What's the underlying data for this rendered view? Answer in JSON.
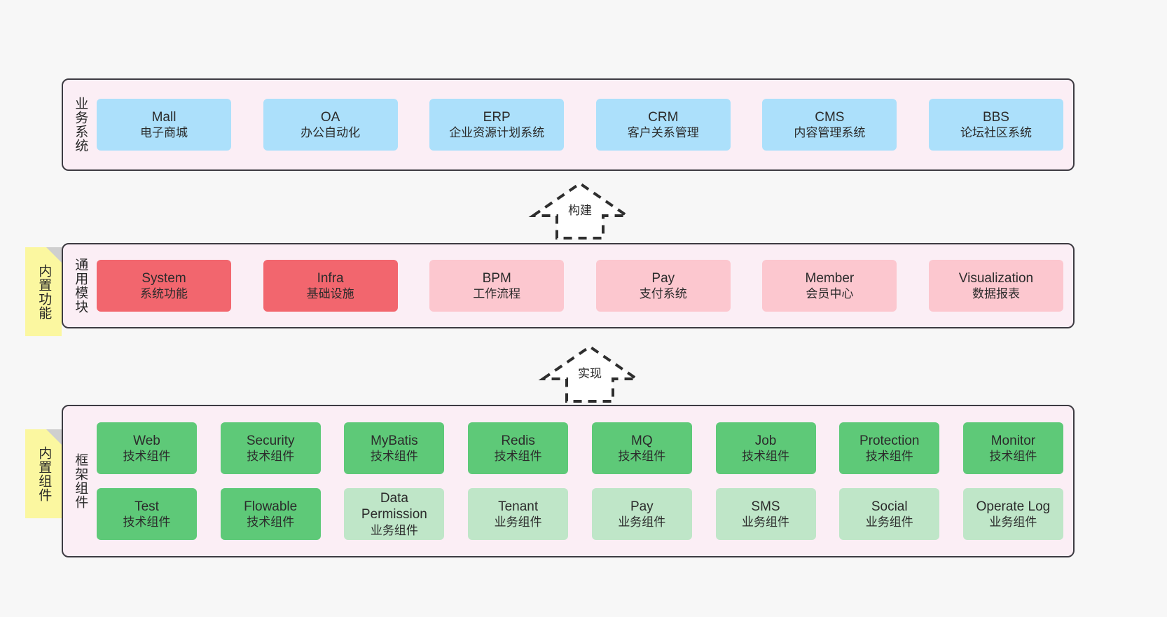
{
  "colors": {
    "background": "#f7f7f7",
    "panel_bg": "#fbeef5",
    "panel_border": "#3d3b42",
    "blue": "#ace0fb",
    "red": "#f2666e",
    "pink": "#fcc7cf",
    "green": "#5ec978",
    "green_light": "#bfe6c8",
    "note_yellow": "#fbf7a0",
    "note_fold": "#cfcfcf"
  },
  "sections": {
    "business": {
      "title": "业务系统",
      "cards": [
        {
          "name": "Mall",
          "desc": "电子商城"
        },
        {
          "name": "OA",
          "desc": "办公自动化"
        },
        {
          "name": "ERP",
          "desc": "企业资源计划系统"
        },
        {
          "name": "CRM",
          "desc": "客户关系管理"
        },
        {
          "name": "CMS",
          "desc": "内容管理系统"
        },
        {
          "name": "BBS",
          "desc": "论坛社区系统"
        }
      ]
    },
    "common": {
      "title": "通用模块",
      "note": "内置功能",
      "cards": [
        {
          "name": "System",
          "desc": "系统功能",
          "color": "red"
        },
        {
          "name": "Infra",
          "desc": "基础设施",
          "color": "red"
        },
        {
          "name": "BPM",
          "desc": "工作流程",
          "color": "pink"
        },
        {
          "name": "Pay",
          "desc": "支付系统",
          "color": "pink"
        },
        {
          "name": "Member",
          "desc": "会员中心",
          "color": "pink"
        },
        {
          "name": "Visualization",
          "desc": "数据报表",
          "color": "pink"
        }
      ]
    },
    "framework": {
      "title": "框架组件",
      "note": "内置组件",
      "row1": [
        {
          "name": "Web",
          "desc": "技术组件",
          "color": "green"
        },
        {
          "name": "Security",
          "desc": "技术组件",
          "color": "green"
        },
        {
          "name": "MyBatis",
          "desc": "技术组件",
          "color": "green"
        },
        {
          "name": "Redis",
          "desc": "技术组件",
          "color": "green"
        },
        {
          "name": "MQ",
          "desc": "技术组件",
          "color": "green"
        },
        {
          "name": "Job",
          "desc": "技术组件",
          "color": "green"
        },
        {
          "name": "Protection",
          "desc": "技术组件",
          "color": "green"
        },
        {
          "name": "Monitor",
          "desc": "技术组件",
          "color": "green"
        }
      ],
      "row2": [
        {
          "name": "Test",
          "desc": "技术组件",
          "color": "green"
        },
        {
          "name": "Flowable",
          "desc": "技术组件",
          "color": "green"
        },
        {
          "name": "Data Permission",
          "desc": "业务组件",
          "color": "green_light"
        },
        {
          "name": "Tenant",
          "desc": "业务组件",
          "color": "green_light"
        },
        {
          "name": "Pay",
          "desc": "业务组件",
          "color": "green_light"
        },
        {
          "name": "SMS",
          "desc": "业务组件",
          "color": "green_light"
        },
        {
          "name": "Social",
          "desc": "业务组件",
          "color": "green_light"
        },
        {
          "name": "Operate Log",
          "desc": "业务组件",
          "color": "green_light"
        }
      ]
    }
  },
  "arrows": [
    {
      "label": "构建"
    },
    {
      "label": "实现"
    }
  ]
}
